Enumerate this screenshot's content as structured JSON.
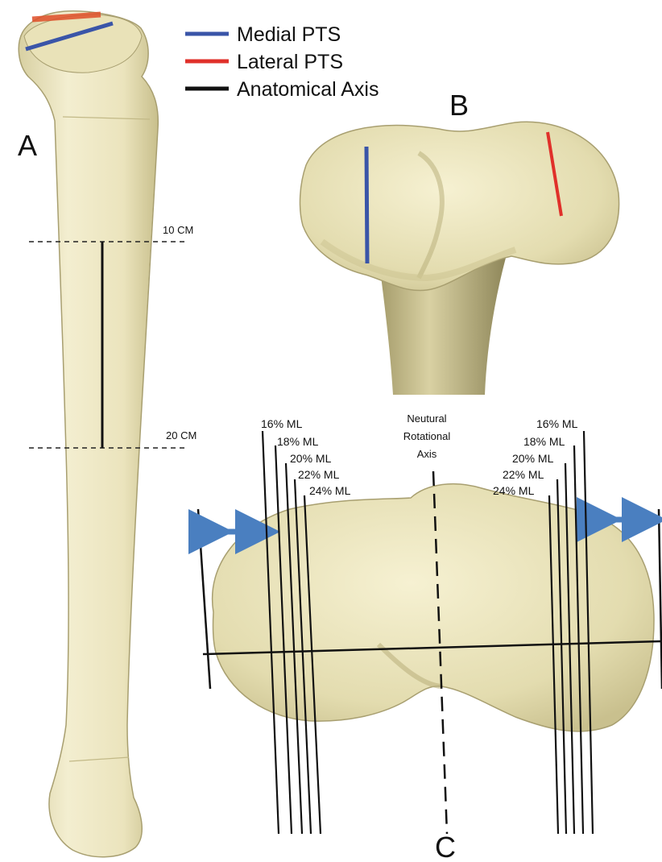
{
  "legend": {
    "items": [
      {
        "label": "Medial PTS",
        "color": "#3a55a8"
      },
      {
        "label": "Lateral PTS",
        "color": "#e0302a"
      },
      {
        "label": "Anatomical Axis",
        "color": "#111111"
      }
    ]
  },
  "panels": {
    "a": "A",
    "b": "B",
    "c": "C"
  },
  "panel_a": {
    "upper_marker": "10 CM",
    "lower_marker": "20 CM"
  },
  "panel_c": {
    "axis_label_lines": [
      "Neutural",
      "Rotational",
      "Axis"
    ],
    "left_lines": [
      "16% ML",
      "18% ML",
      "20% ML",
      "22% ML",
      "24% ML"
    ],
    "right_lines": [
      "16% ML",
      "18% ML",
      "20% ML",
      "22% ML",
      "24% ML"
    ],
    "arrow_color": "#4a7fc0"
  },
  "colors": {
    "bone": "#ede7bf",
    "bone_shade": "#cfc79a",
    "bone_edge": "#a89f70"
  }
}
